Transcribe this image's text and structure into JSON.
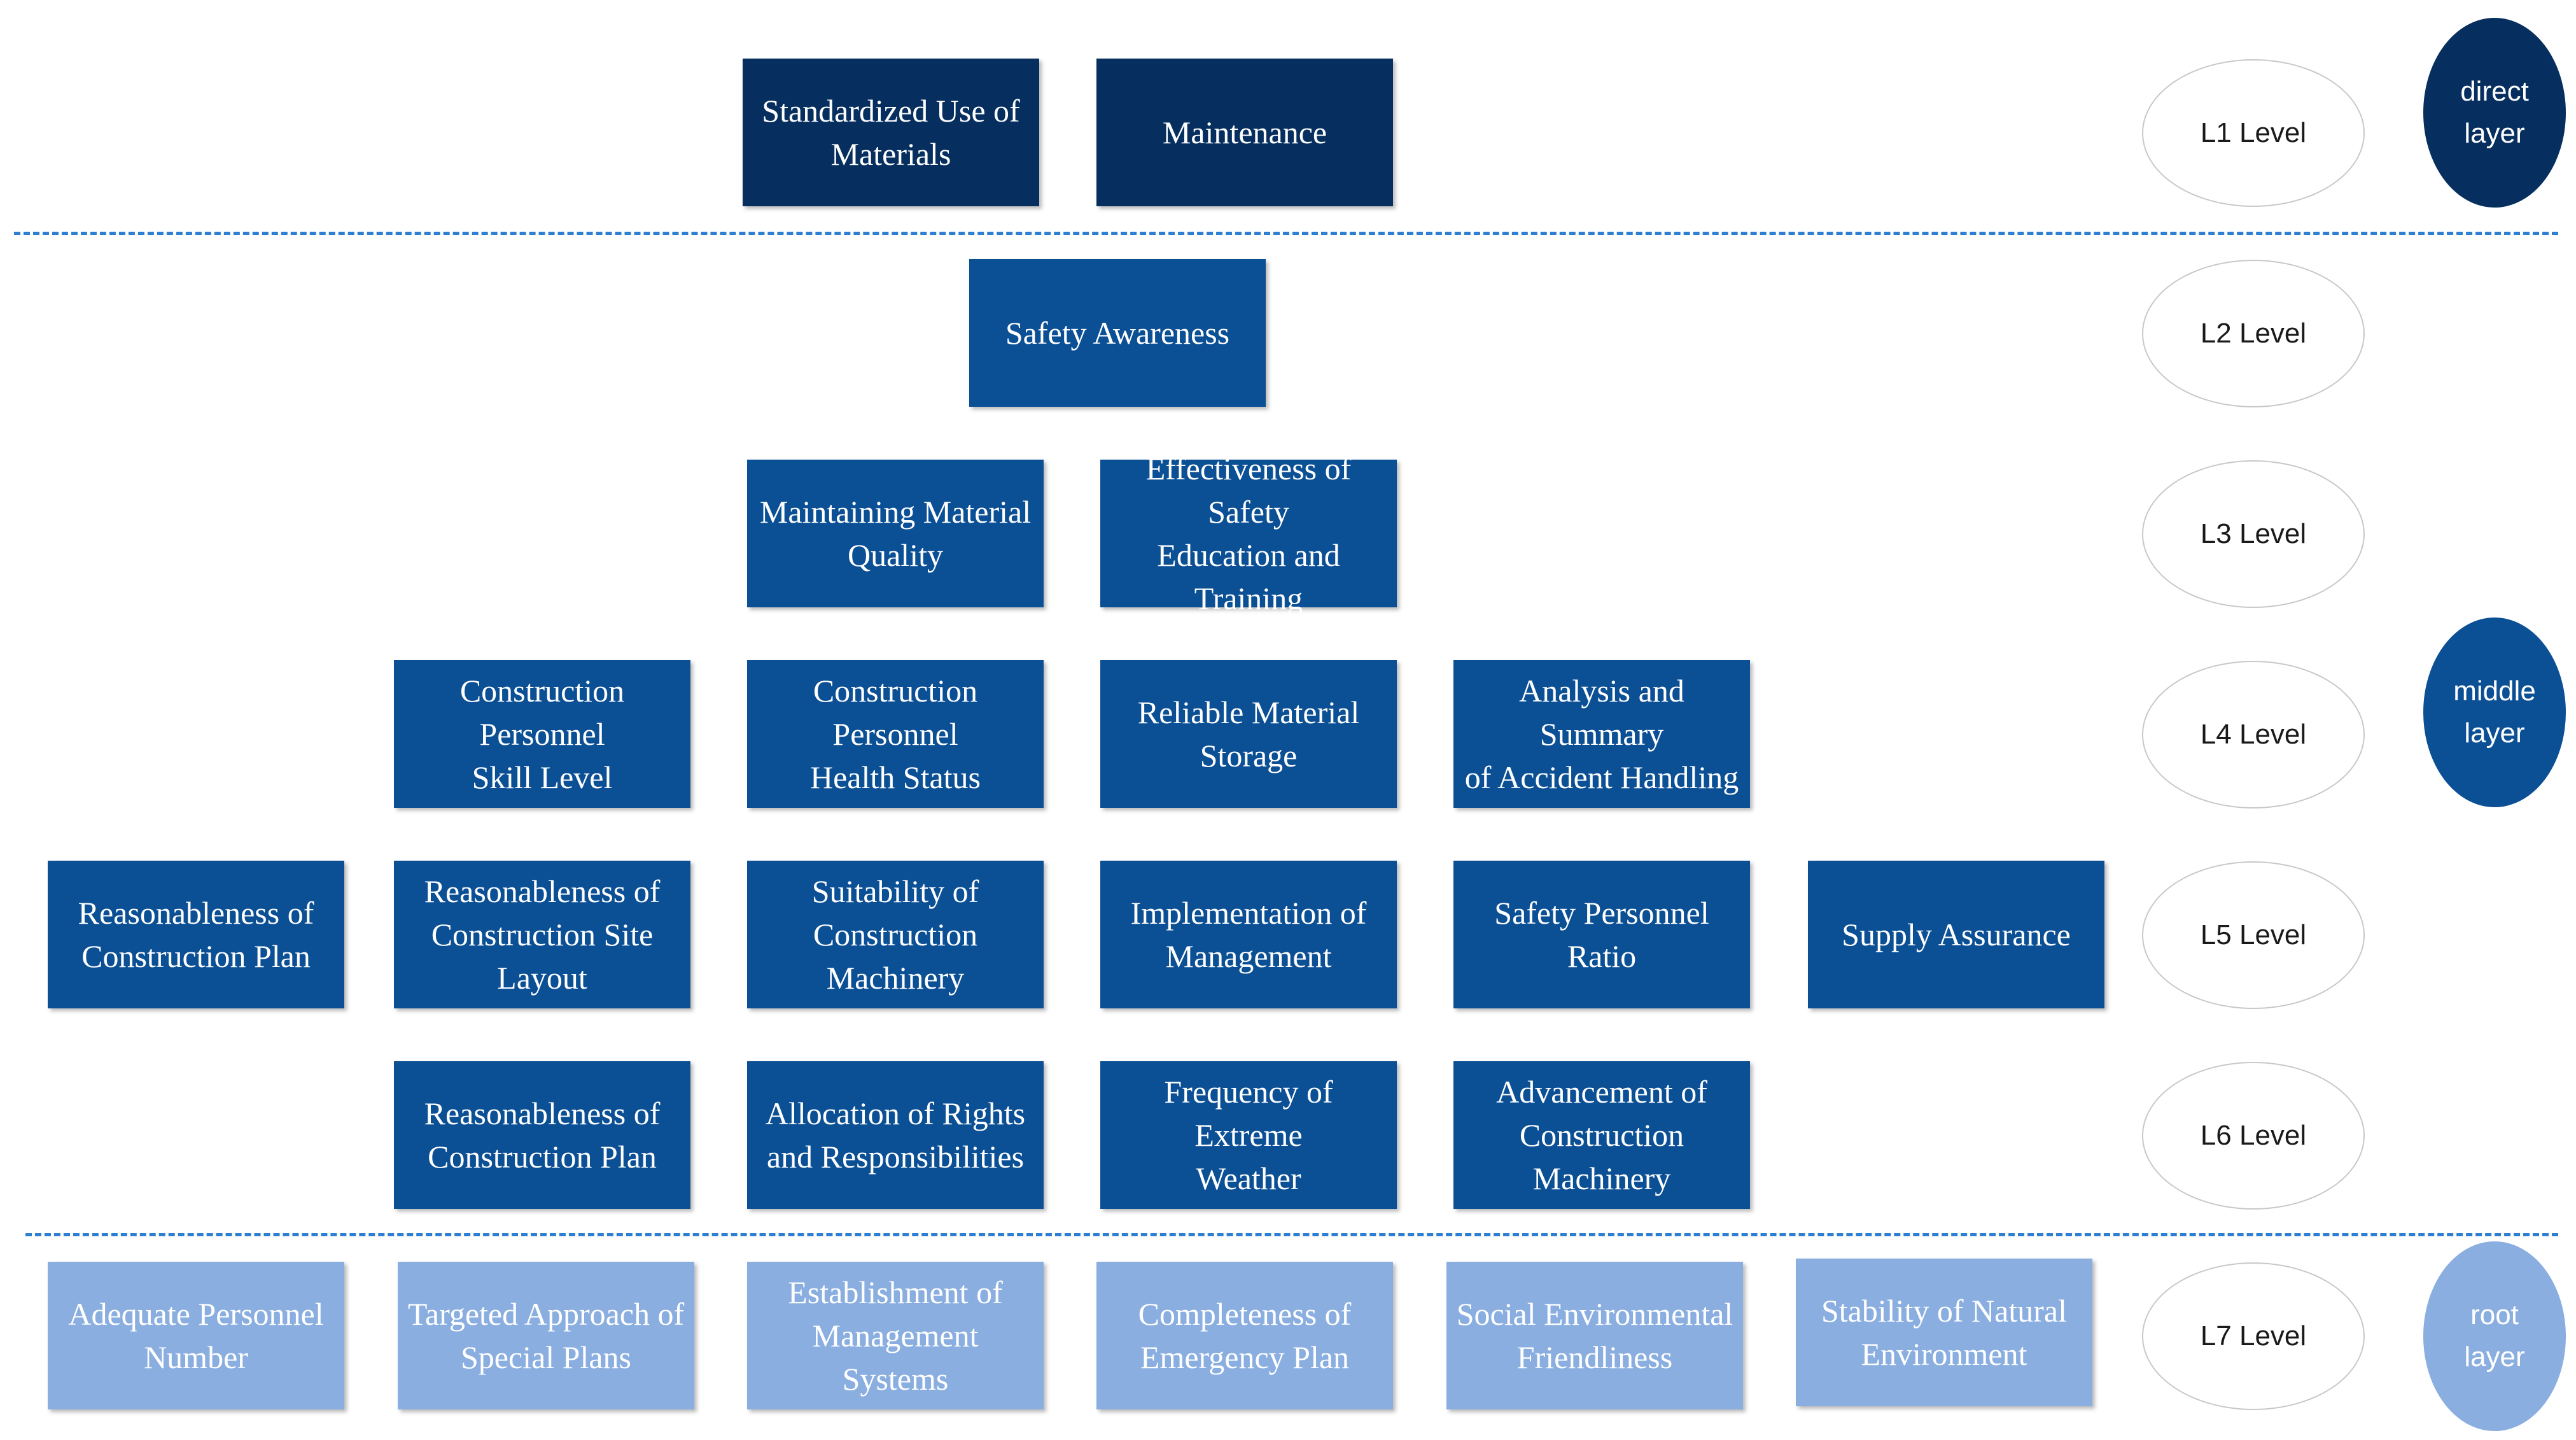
{
  "colors": {
    "direct": "#062f5f",
    "middle": "#0b4f95",
    "root": "#8aaee0",
    "divider": "#2e7fd1"
  },
  "levels": [
    {
      "label": "L1 Level"
    },
    {
      "label": "L2 Level"
    },
    {
      "label": "L3 Level"
    },
    {
      "label": "L4 Level"
    },
    {
      "label": "L5 Level"
    },
    {
      "label": "L6 Level"
    },
    {
      "label": "L7 Level"
    }
  ],
  "layers": {
    "direct": "direct\nlayer",
    "middle": "middle\nlayer",
    "root": "root\nlayer"
  },
  "nodes": {
    "l1": [
      "Standardized Use of\nMaterials",
      "Maintenance"
    ],
    "l2": [
      "Safety Awareness"
    ],
    "l3": [
      "Maintaining Material\nQuality",
      "Effectiveness of Safety\nEducation and Training"
    ],
    "l4": [
      "Construction Personnel\nSkill Level",
      "Construction Personnel\nHealth Status",
      "Reliable Material\nStorage",
      "Analysis and Summary\nof Accident Handling"
    ],
    "l5": [
      "Reasonableness of\nConstruction Plan",
      "Reasonableness of\nConstruction Site\nLayout",
      "Suitability of\nConstruction\nMachinery",
      "Implementation of\nManagement",
      "Safety Personnel Ratio",
      "Supply Assurance"
    ],
    "l6": [
      "Reasonableness of\nConstruction Plan",
      "Allocation of Rights\nand Responsibilities",
      "Frequency of Extreme\nWeather",
      "Advancement of\nConstruction\nMachinery"
    ],
    "l7": [
      "Adequate Personnel\nNumber",
      "Targeted Approach of\nSpecial Plans",
      "Establishment of\nManagement Systems",
      "Completeness of\nEmergency Plan",
      "Social Environmental\nFriendliness",
      "Stability of Natural\nEnvironment"
    ]
  }
}
